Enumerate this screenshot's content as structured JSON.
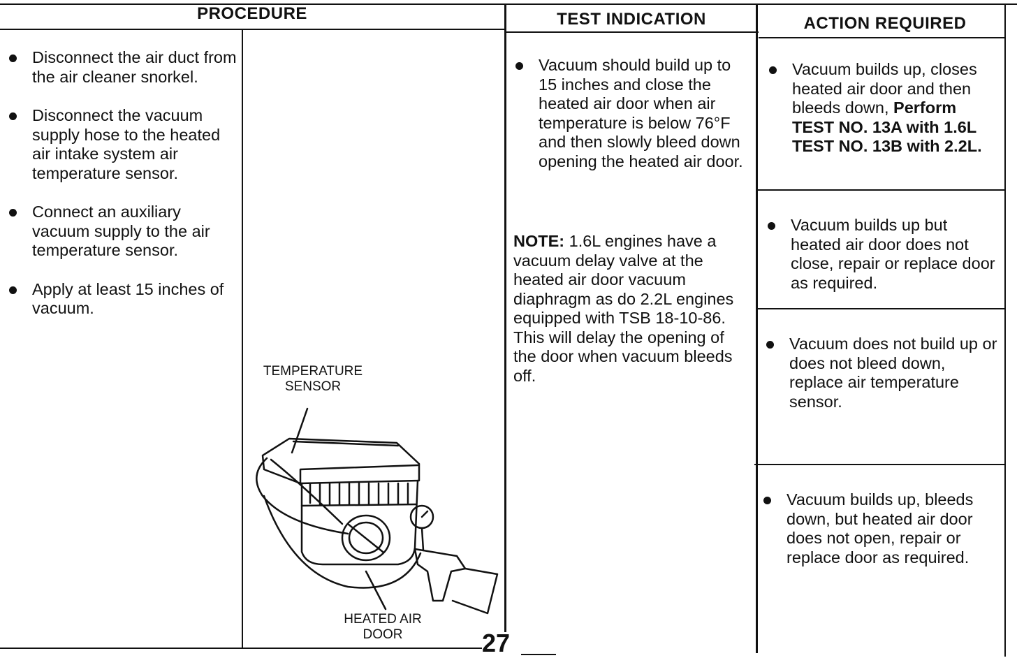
{
  "headers": {
    "procedure": "PROCEDURE",
    "test_indication": "TEST INDICATION",
    "action_required": "ACTION REQUIRED"
  },
  "procedure_steps": [
    "Disconnect the air duct from the air cleaner snorkel.",
    "Disconnect the vacuum supply hose to the heated air intake system air temperature sensor.",
    "Connect an auxiliary vacuum supply to the air temperature sensor.",
    "Apply at least 15 inches of vacuum."
  ],
  "figure": {
    "label_sensor_1": "TEMPERATURE",
    "label_sensor_2": "SENSOR",
    "label_door_1": "HEATED AIR",
    "label_door_2": "DOOR"
  },
  "test_indication": {
    "bullet": "Vacuum should build up to 15 inches and close the heated air door when air temperature is below 76°F and then slowly bleed down opening the heated air door.",
    "note_label": "NOTE:",
    "note_text": "1.6L engines have a vacuum delay valve at the heated air door vacuum diaphragm as do 2.2L engines equipped with TSB 18-10-86. This will delay the opening of the door when vacuum bleeds off."
  },
  "actions": {
    "a1_text": "Vacuum builds up, closes heated air door and then bleeds down,",
    "a1_bold": "Perform TEST NO. 13A with 1.6L TEST NO. 13B with 2.2L.",
    "a2": "Vacuum builds up but heated air door does not close, repair or replace door as required.",
    "a3": "Vacuum does not build up or does not bleed down, replace air temperature sensor.",
    "a4": "Vacuum builds up, bleeds down, but heated air door does not open, repair or replace door as required."
  },
  "page_number": "27"
}
